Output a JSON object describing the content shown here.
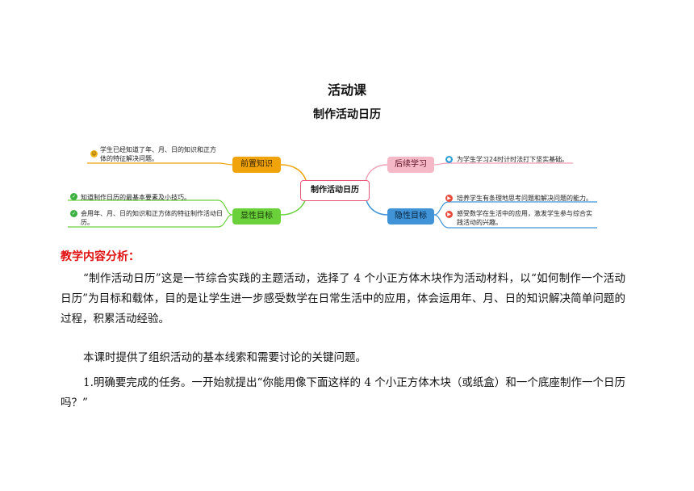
{
  "header": {
    "title": "活动课",
    "subtitle": "制作活动日历"
  },
  "mindmap": {
    "center": "制作活动日历",
    "branches": [
      {
        "label": "前置知识",
        "color": "#f0a30a",
        "leaves": [
          "学生已经知道了年、月、日的知识和正方体的特征解决问题。"
        ]
      },
      {
        "label": "显性目标",
        "color": "#6ad13a",
        "leaves": [
          "知道制作日历的最基本要素及小技巧。",
          "会用年、月、日的知识和正方体的特征制作活动日历。"
        ]
      },
      {
        "label": "后续学习",
        "color": "#f2a0b4",
        "leaves": [
          "为学生学习24时计时法打下坚实基础。"
        ]
      },
      {
        "label": "隐性目标",
        "color": "#3f93d6",
        "leaves": [
          "培养学生有条理地思考问题和解决问题的能力。",
          "感受数学在生活中的应用，激发学生参与综合实践活动的兴趣。"
        ]
      }
    ]
  },
  "content": {
    "heading": "教学内容分析：",
    "paragraphs": [
      "“制作活动日历”这是一节综合实践的主题活动，选择了 4 个小正方体木块作为活动材料，以“如何制作一个活动日历”为目标和载体，目的是让学生进一步感受数学在日常生活中的应用，体会运用年、月、日的知识解决简单问题的过程，积累活动经验。",
      "本课时提供了组织活动的基本线索和需要讨论的关键问题。",
      "1.明确要完成的任务。一开始就提出“你能用像下面这样的 4 个小正方体木块（或纸盒）和一个底座制作一个日历吗？”"
    ]
  }
}
